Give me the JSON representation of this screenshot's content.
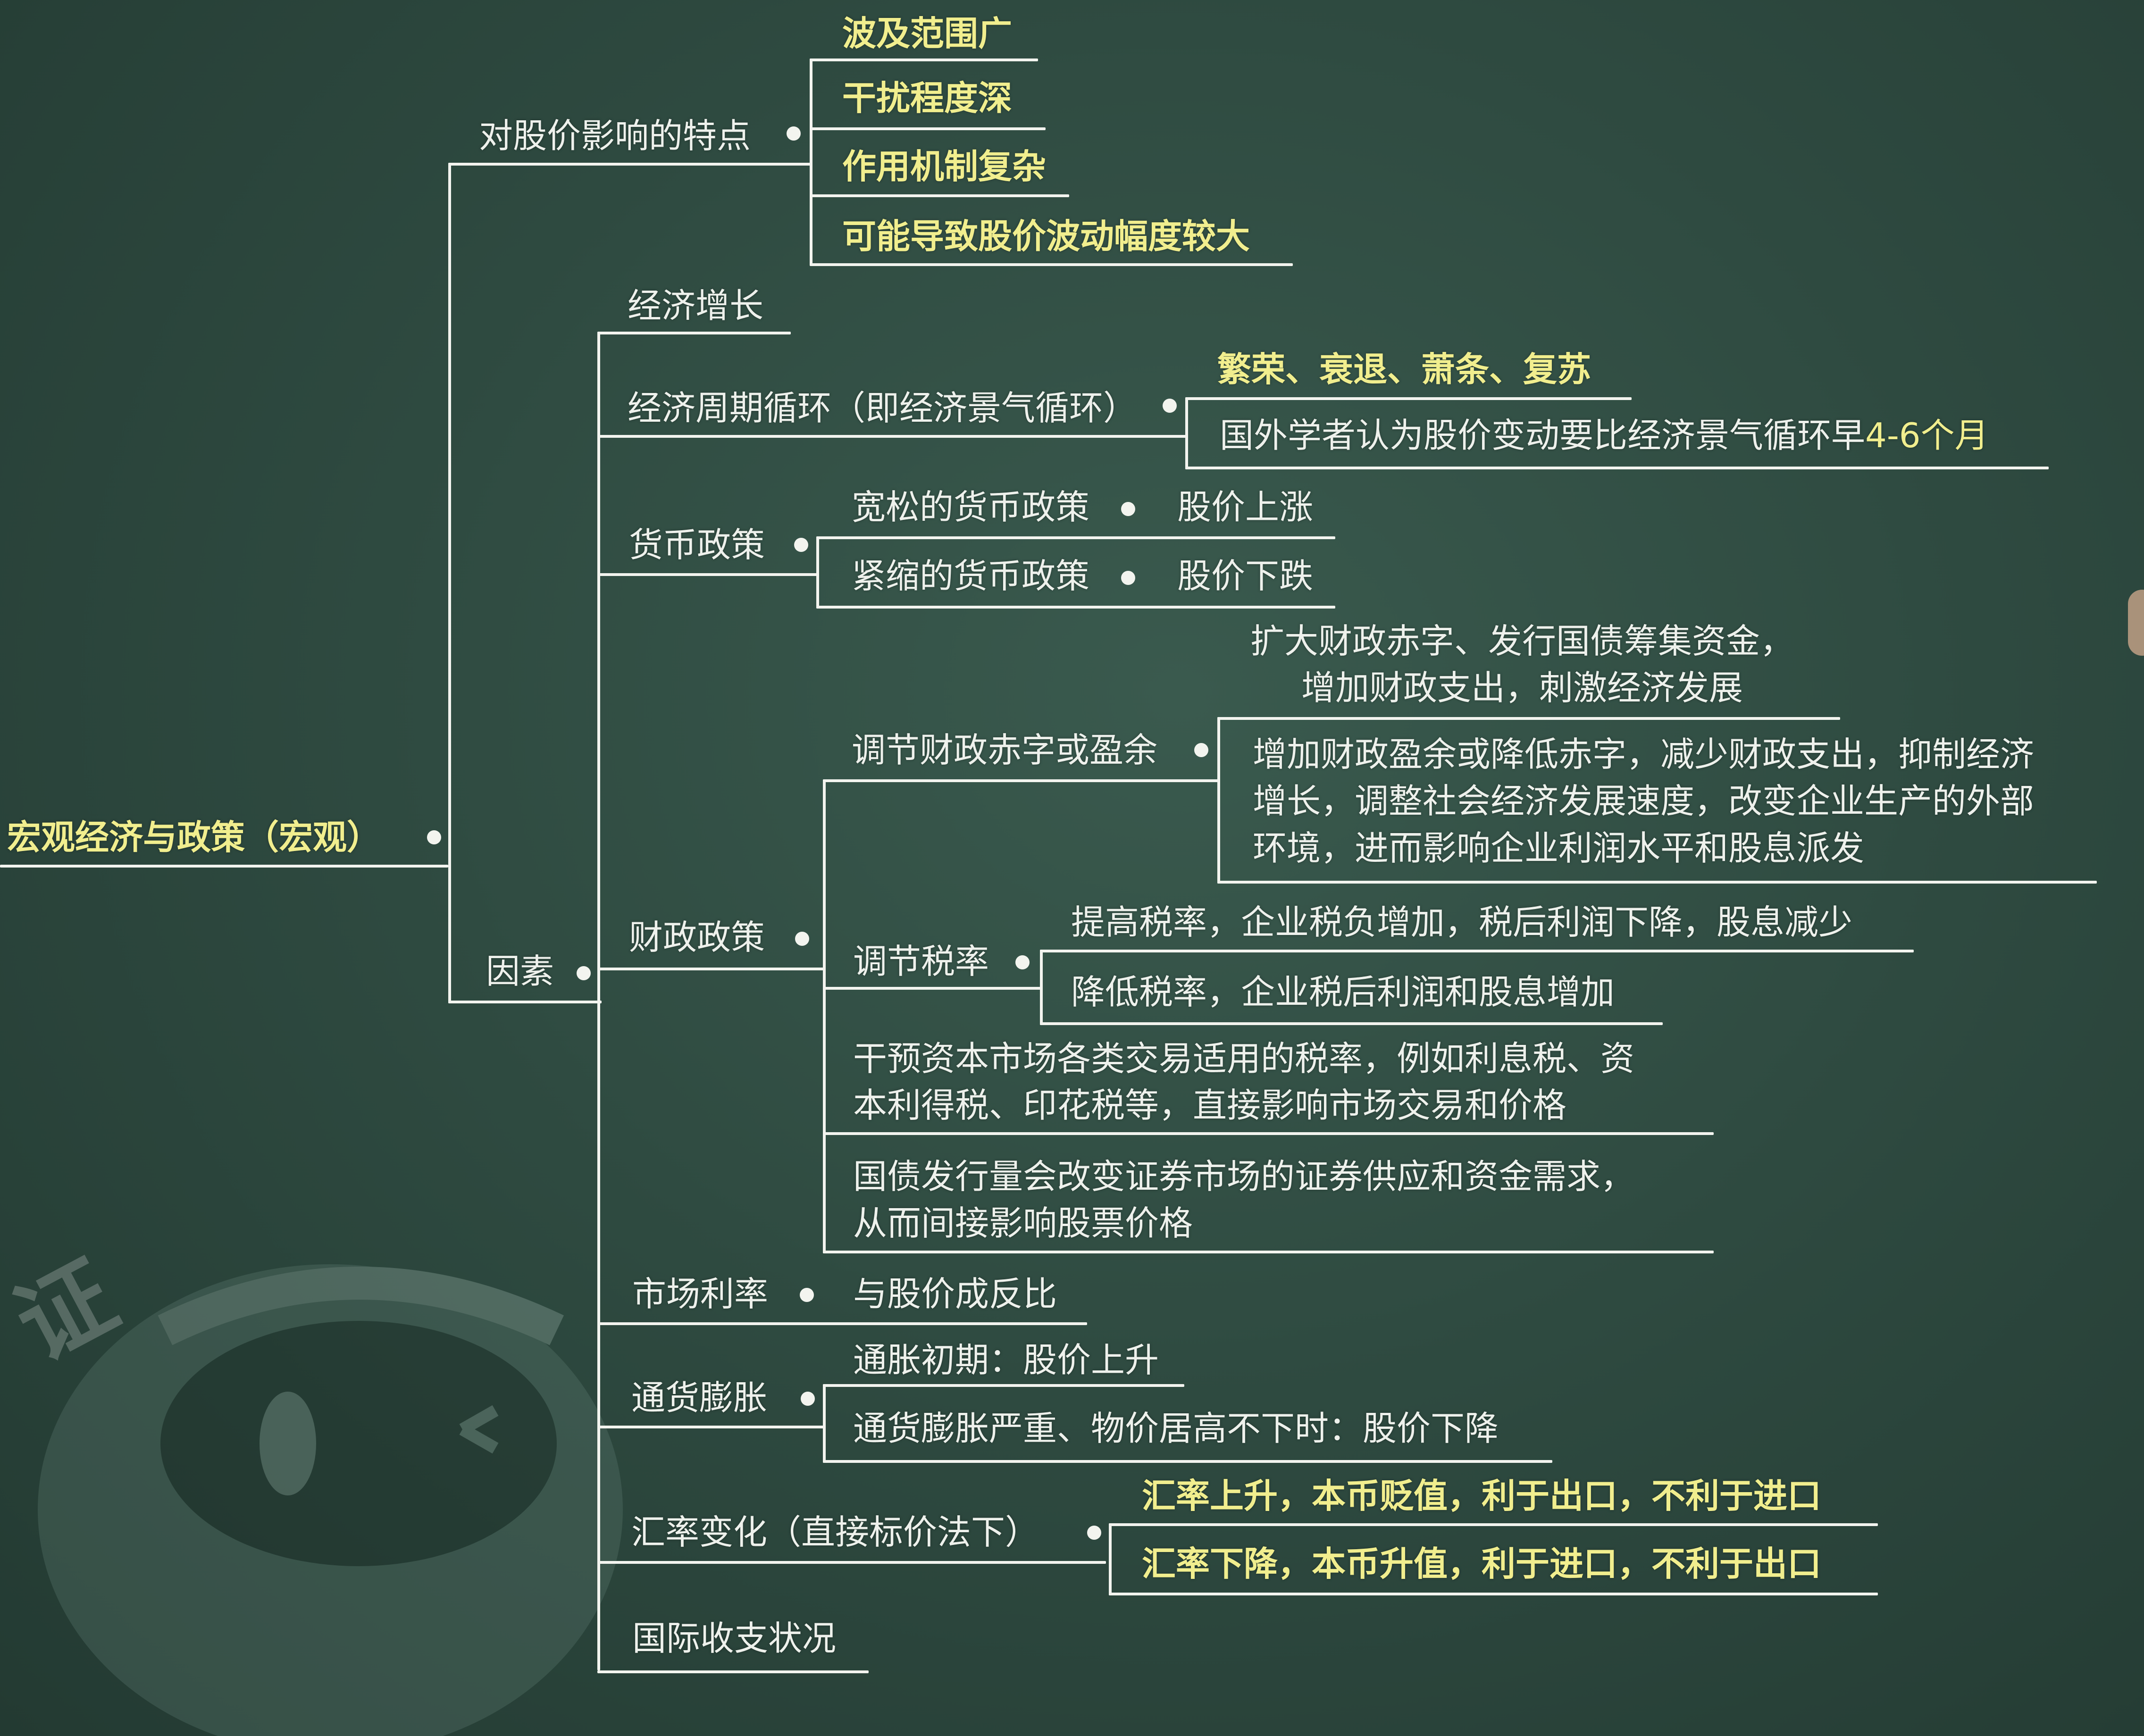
{
  "root": {
    "label": "宏观经济与政策（宏观）"
  },
  "branch1": {
    "label": "对股价影响的特点",
    "items": [
      "波及范围广",
      "干扰程度深",
      "作用机制复杂",
      "可能导致股价波动幅度较大"
    ]
  },
  "factors": {
    "label": "因素",
    "growth": "经济增长",
    "cycle": {
      "label": "经济周期循环（即经济景气循环）",
      "phases": "繁荣、衰退、萧条、复苏",
      "note_prefix": "国外学者认为股价变动要比经济景气循环早",
      "note_highlight": "4-6个月"
    },
    "monetary": {
      "label": "货币政策",
      "loose": "宽松的货币政策",
      "loose_effect": "股价上涨",
      "tight": "紧缩的货币政策",
      "tight_effect": "股价下跌"
    },
    "fiscal": {
      "label": "财政政策",
      "deficit": {
        "label": "调节财政赤字或盈余",
        "expand": "扩大财政赤字、发行国债筹集资金，\n增加财政支出，刺激经济发展",
        "surplus": "增加财政盈余或降低赤字，减少财政支出，抑制经济\n增长，调整社会经济发展速度，改变企业生产的外部\n环境，进而影响企业利润水平和股息派发"
      },
      "tax": {
        "label": "调节税率",
        "raise": "提高税率，企业税负增加，税后利润下降，股息减少",
        "lower": "降低税率，企业税后利润和股息增加"
      },
      "intervene": "干预资本市场各类交易适用的税率，例如利息税、资\n本利得税、印花税等，直接影响市场交易和价格",
      "bonds": "国债发行量会改变证券市场的证券供应和资金需求，\n从而间接影响股票价格"
    },
    "interest": {
      "label": "市场利率",
      "effect": "与股价成反比"
    },
    "inflation": {
      "label": "通货膨胀",
      "early": "通胀初期：股价上升",
      "severe": "通货膨胀严重、物价居高不下时：股价下降"
    },
    "fx": {
      "label": "汇率变化（直接标价法下）",
      "up": "汇率上升，本币贬值，利于出口，不利于进口",
      "down": "汇率下降，本币升值，利于进口，不利于出口"
    },
    "balance": "国际收支状况"
  },
  "watermark": {
    "mascot_char": "证"
  },
  "colors": {
    "background": "#2f4b41",
    "line": "#f3f4ef",
    "text": "#eef1ec",
    "highlight": "#f1ee8e"
  }
}
